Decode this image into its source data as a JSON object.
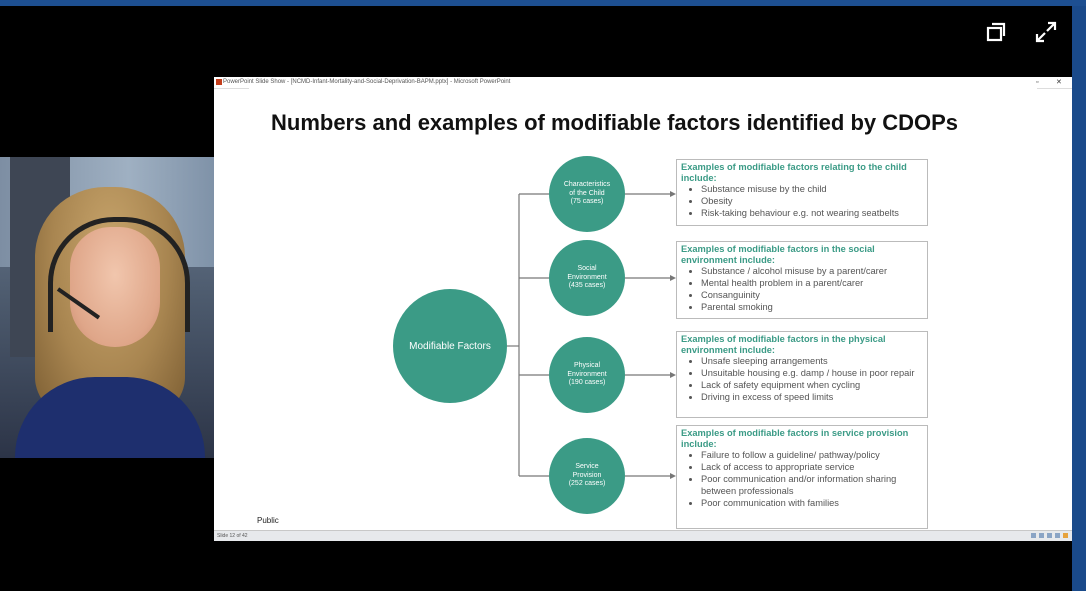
{
  "window": {
    "title": "PowerPoint Slide Show - [NCMD-Infant-Mortality-and-Social-Deprivation-BAPM.pptx] - Microsoft PowerPoint",
    "status_left": "Slide 12 of 42"
  },
  "controls": {
    "popout_icon": "popout-icon",
    "expand_icon": "expand-icon"
  },
  "slide": {
    "title": "Numbers and examples of modifiable factors identified by CDOPs",
    "footer": "Public",
    "main_circle": "Modifiable Factors",
    "categories": [
      {
        "label": "Characteristics\nof the Child\n(75 cases)",
        "heading": "Examples of modifiable factors relating to the child include:",
        "items": [
          "Substance misuse by the child",
          "Obesity",
          "Risk-taking behaviour e.g. not wearing seatbelts"
        ]
      },
      {
        "label": "Social\nEnvironment\n(435 cases)",
        "heading": "Examples of modifiable factors in the social environment include:",
        "items": [
          "Substance / alcohol misuse by a parent/carer",
          "Mental health problem in a parent/carer",
          "Consanguinity",
          "Parental smoking"
        ]
      },
      {
        "label": "Physical\nEnvironment\n(190 cases)",
        "heading": "Examples of modifiable factors in the physical environment include:",
        "items": [
          "Unsafe sleeping arrangements",
          "Unsuitable housing e.g. damp / house in poor repair",
          "Lack of safety equipment when cycling",
          "Driving in excess of speed limits"
        ]
      },
      {
        "label": "Service\nProvision\n(252 cases)",
        "heading": "Examples of modifiable factors in service provision include:",
        "items": [
          "Failure to follow a guideline/ pathway/policy",
          "Lack of access to appropriate service",
          "Poor communication and/or information sharing between professionals",
          "Poor communication with families"
        ]
      }
    ]
  },
  "colors": {
    "accent": "#3b9b86",
    "frame": "#1d4f91"
  }
}
